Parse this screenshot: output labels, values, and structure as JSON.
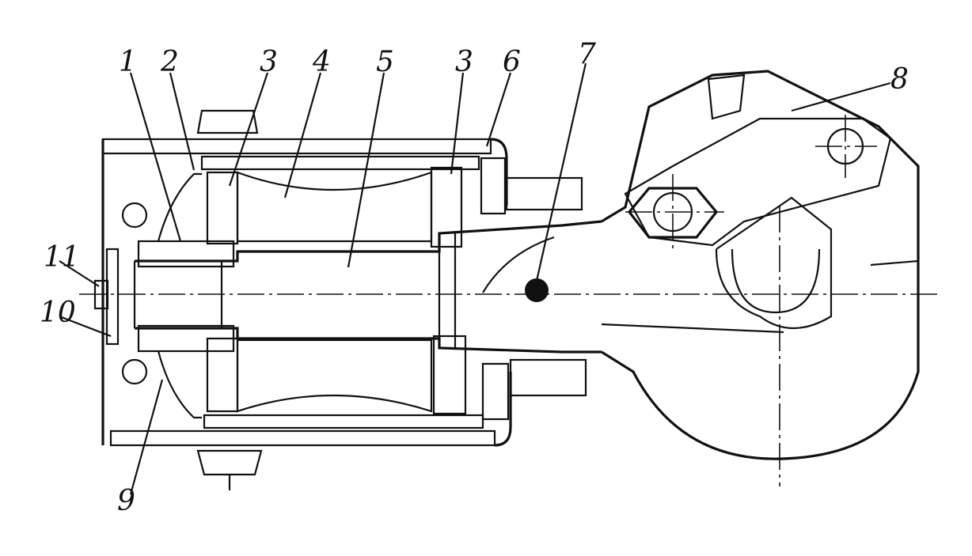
{
  "diagram": {
    "callouts": [
      {
        "id": "c1",
        "text": "1"
      },
      {
        "id": "c2",
        "text": "2"
      },
      {
        "id": "c3a",
        "text": "3"
      },
      {
        "id": "c4",
        "text": "4"
      },
      {
        "id": "c5",
        "text": "5"
      },
      {
        "id": "c3b",
        "text": "3"
      },
      {
        "id": "c6",
        "text": "6"
      },
      {
        "id": "c7",
        "text": "7"
      },
      {
        "id": "c8",
        "text": "8"
      },
      {
        "id": "c9",
        "text": "9"
      },
      {
        "id": "c10",
        "text": "10"
      },
      {
        "id": "c11",
        "text": "11"
      }
    ]
  }
}
